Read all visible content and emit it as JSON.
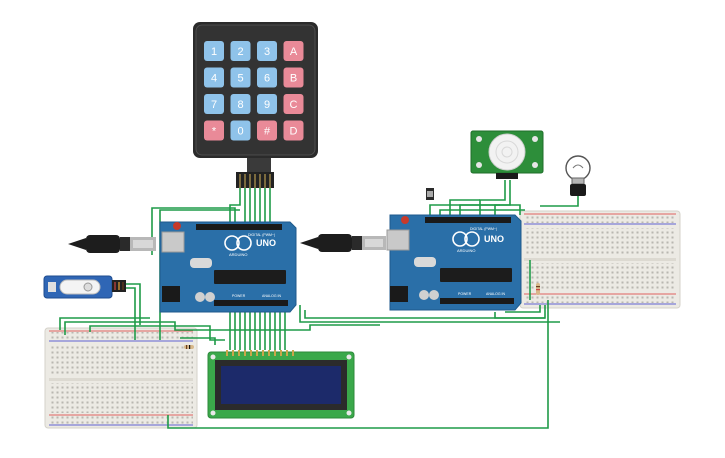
{
  "keypad": {
    "keys": [
      "1",
      "2",
      "3",
      "A",
      "4",
      "5",
      "6",
      "B",
      "7",
      "8",
      "9",
      "C",
      "*",
      "0",
      "#",
      "D"
    ]
  },
  "arduino_left": {
    "brand": "ARDUINO",
    "model": "UNO",
    "digital_label": "DIGITAL (PWM~)",
    "power_label": "POWER",
    "analog_label": "ANALOG IN"
  },
  "arduino_right": {
    "brand": "ARDUINO",
    "model": "UNO",
    "digital_label": "DIGITAL (PWM~)",
    "power_label": "POWER",
    "analog_label": "ANALOG IN"
  },
  "colors": {
    "board": "#2a6fa8",
    "board_dark": "#1f5a8c",
    "wire": "#1f9b48",
    "breadboard": "#eceae4",
    "keypad_body": "#2b2b2b",
    "key_blue": "#8fc3ea",
    "key_red": "#e98a98",
    "pir_board": "#2d8e3a",
    "lcd_body": "#3aa84a",
    "lcd_screen": "#1c2a6a",
    "servo": "#2f66b5"
  },
  "icons": [
    "usb-cable-icon",
    "lightbulb-icon",
    "pir-sensor-icon",
    "servo-icon",
    "pushbutton-icon",
    "resistor-icon"
  ]
}
